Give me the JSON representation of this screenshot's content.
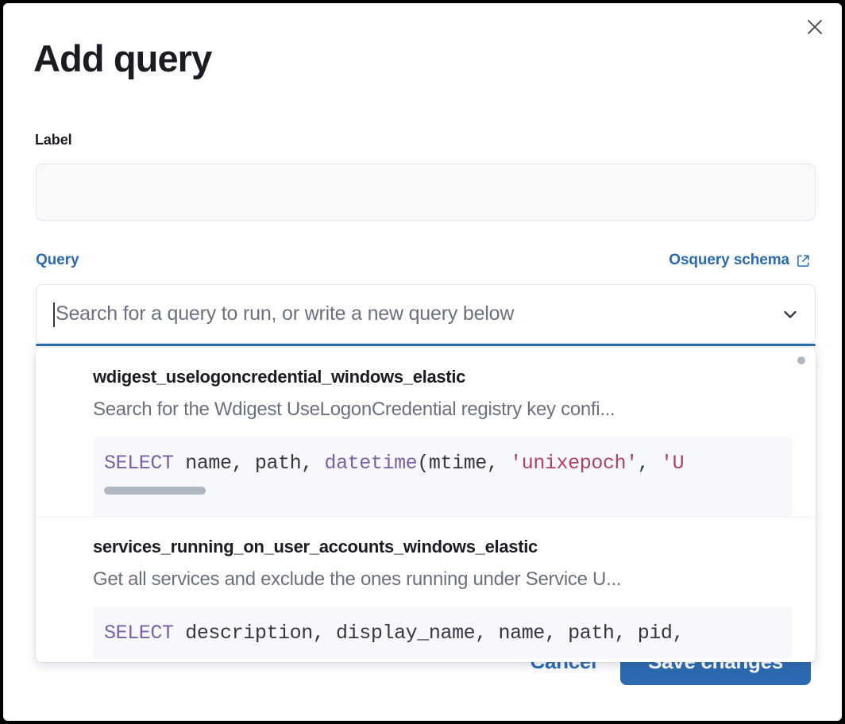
{
  "modal": {
    "title": "Add query",
    "close_icon": "close-icon"
  },
  "label_field": {
    "label": "Label",
    "value": "",
    "placeholder": ""
  },
  "query_field": {
    "legend": "Query",
    "schema_link_text": "Osquery schema",
    "schema_link_icon": "external-link-icon",
    "combobox_placeholder": "Search for a query to run, or write a new query below",
    "combobox_value": "",
    "chevron_icon": "chevron-down-icon"
  },
  "dropdown": {
    "options": [
      {
        "title": "wdigest_uselogoncredential_windows_elastic",
        "description": "Search for the Wdigest UseLogonCredential registry key confi...",
        "code_tokens": [
          {
            "text": "SELECT",
            "type": "keyword"
          },
          {
            "text": " name, path, ",
            "type": "plain"
          },
          {
            "text": "datetime",
            "type": "keyword"
          },
          {
            "text": "(mtime, ",
            "type": "plain"
          },
          {
            "text": "'unixepoch'",
            "type": "string"
          },
          {
            "text": ", ",
            "type": "plain"
          },
          {
            "text": "'U",
            "type": "string"
          }
        ],
        "has_scrollbar": true
      },
      {
        "title": "services_running_on_user_accounts_windows_elastic",
        "description": "Get all services and exclude the ones running under Service U...",
        "code_tokens": [
          {
            "text": "SELECT",
            "type": "keyword"
          },
          {
            "text": " description, display_name, name, path, pid,",
            "type": "plain"
          }
        ],
        "has_scrollbar": false
      }
    ]
  },
  "footer": {
    "cancel_label": "Cancel",
    "save_label": "Save changes"
  },
  "colors": {
    "accent": "#2b6ab0",
    "text": "#1a1c21",
    "muted": "#6a717d",
    "code_keyword": "#7a5fa8",
    "code_string": "#b0416a",
    "code_bg": "#f7f8fc",
    "input_bg": "#f9f9fb",
    "border": "#e3e6f0"
  }
}
